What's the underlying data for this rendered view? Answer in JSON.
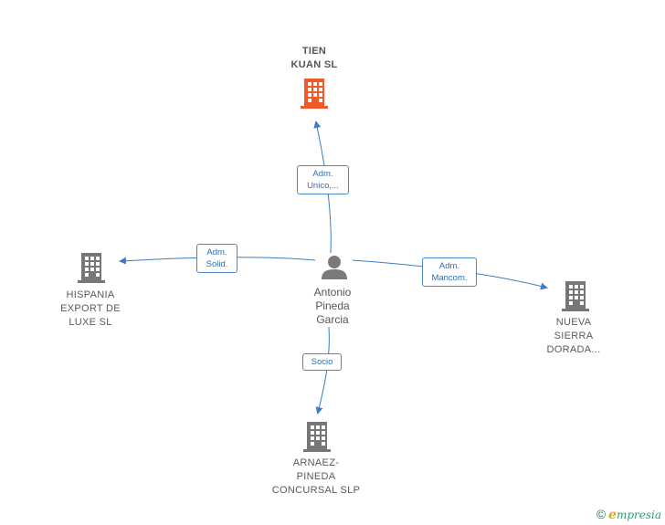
{
  "center": {
    "name_lines": [
      "Antonio",
      "Pineda",
      "Garcia"
    ]
  },
  "companies": [
    {
      "id": "tien-kuan",
      "lines": [
        "TIEN",
        "KUAN  SL"
      ],
      "color": "#f05a28",
      "highlight": true
    },
    {
      "id": "hispania",
      "lines": [
        "HISPANIA",
        "EXPORT DE",
        "LUXE  SL"
      ],
      "color": "#777777",
      "highlight": false
    },
    {
      "id": "nueva-sierra",
      "lines": [
        "NUEVA",
        "SIERRA",
        "DORADA..."
      ],
      "color": "#777777",
      "highlight": false
    },
    {
      "id": "arnaez",
      "lines": [
        "ARNAEZ-",
        "PINEDA",
        "CONCURSAL SLP"
      ],
      "color": "#777777",
      "highlight": false
    }
  ],
  "edges": [
    {
      "to": "tien-kuan",
      "label_lines": [
        "Adm.",
        "Unico,..."
      ]
    },
    {
      "to": "hispania",
      "label_lines": [
        "Adm.",
        "Solid."
      ]
    },
    {
      "to": "nueva-sierra",
      "label_lines": [
        "Adm.",
        "Mancom."
      ]
    },
    {
      "to": "arnaez",
      "label_lines": [
        "Socio"
      ]
    }
  ],
  "colors": {
    "edge": "#3c7cc4",
    "person_icon": "#7a7a7a"
  },
  "footer": {
    "copyright": "©",
    "brand_initial": "e",
    "brand_rest": "mpresia"
  }
}
